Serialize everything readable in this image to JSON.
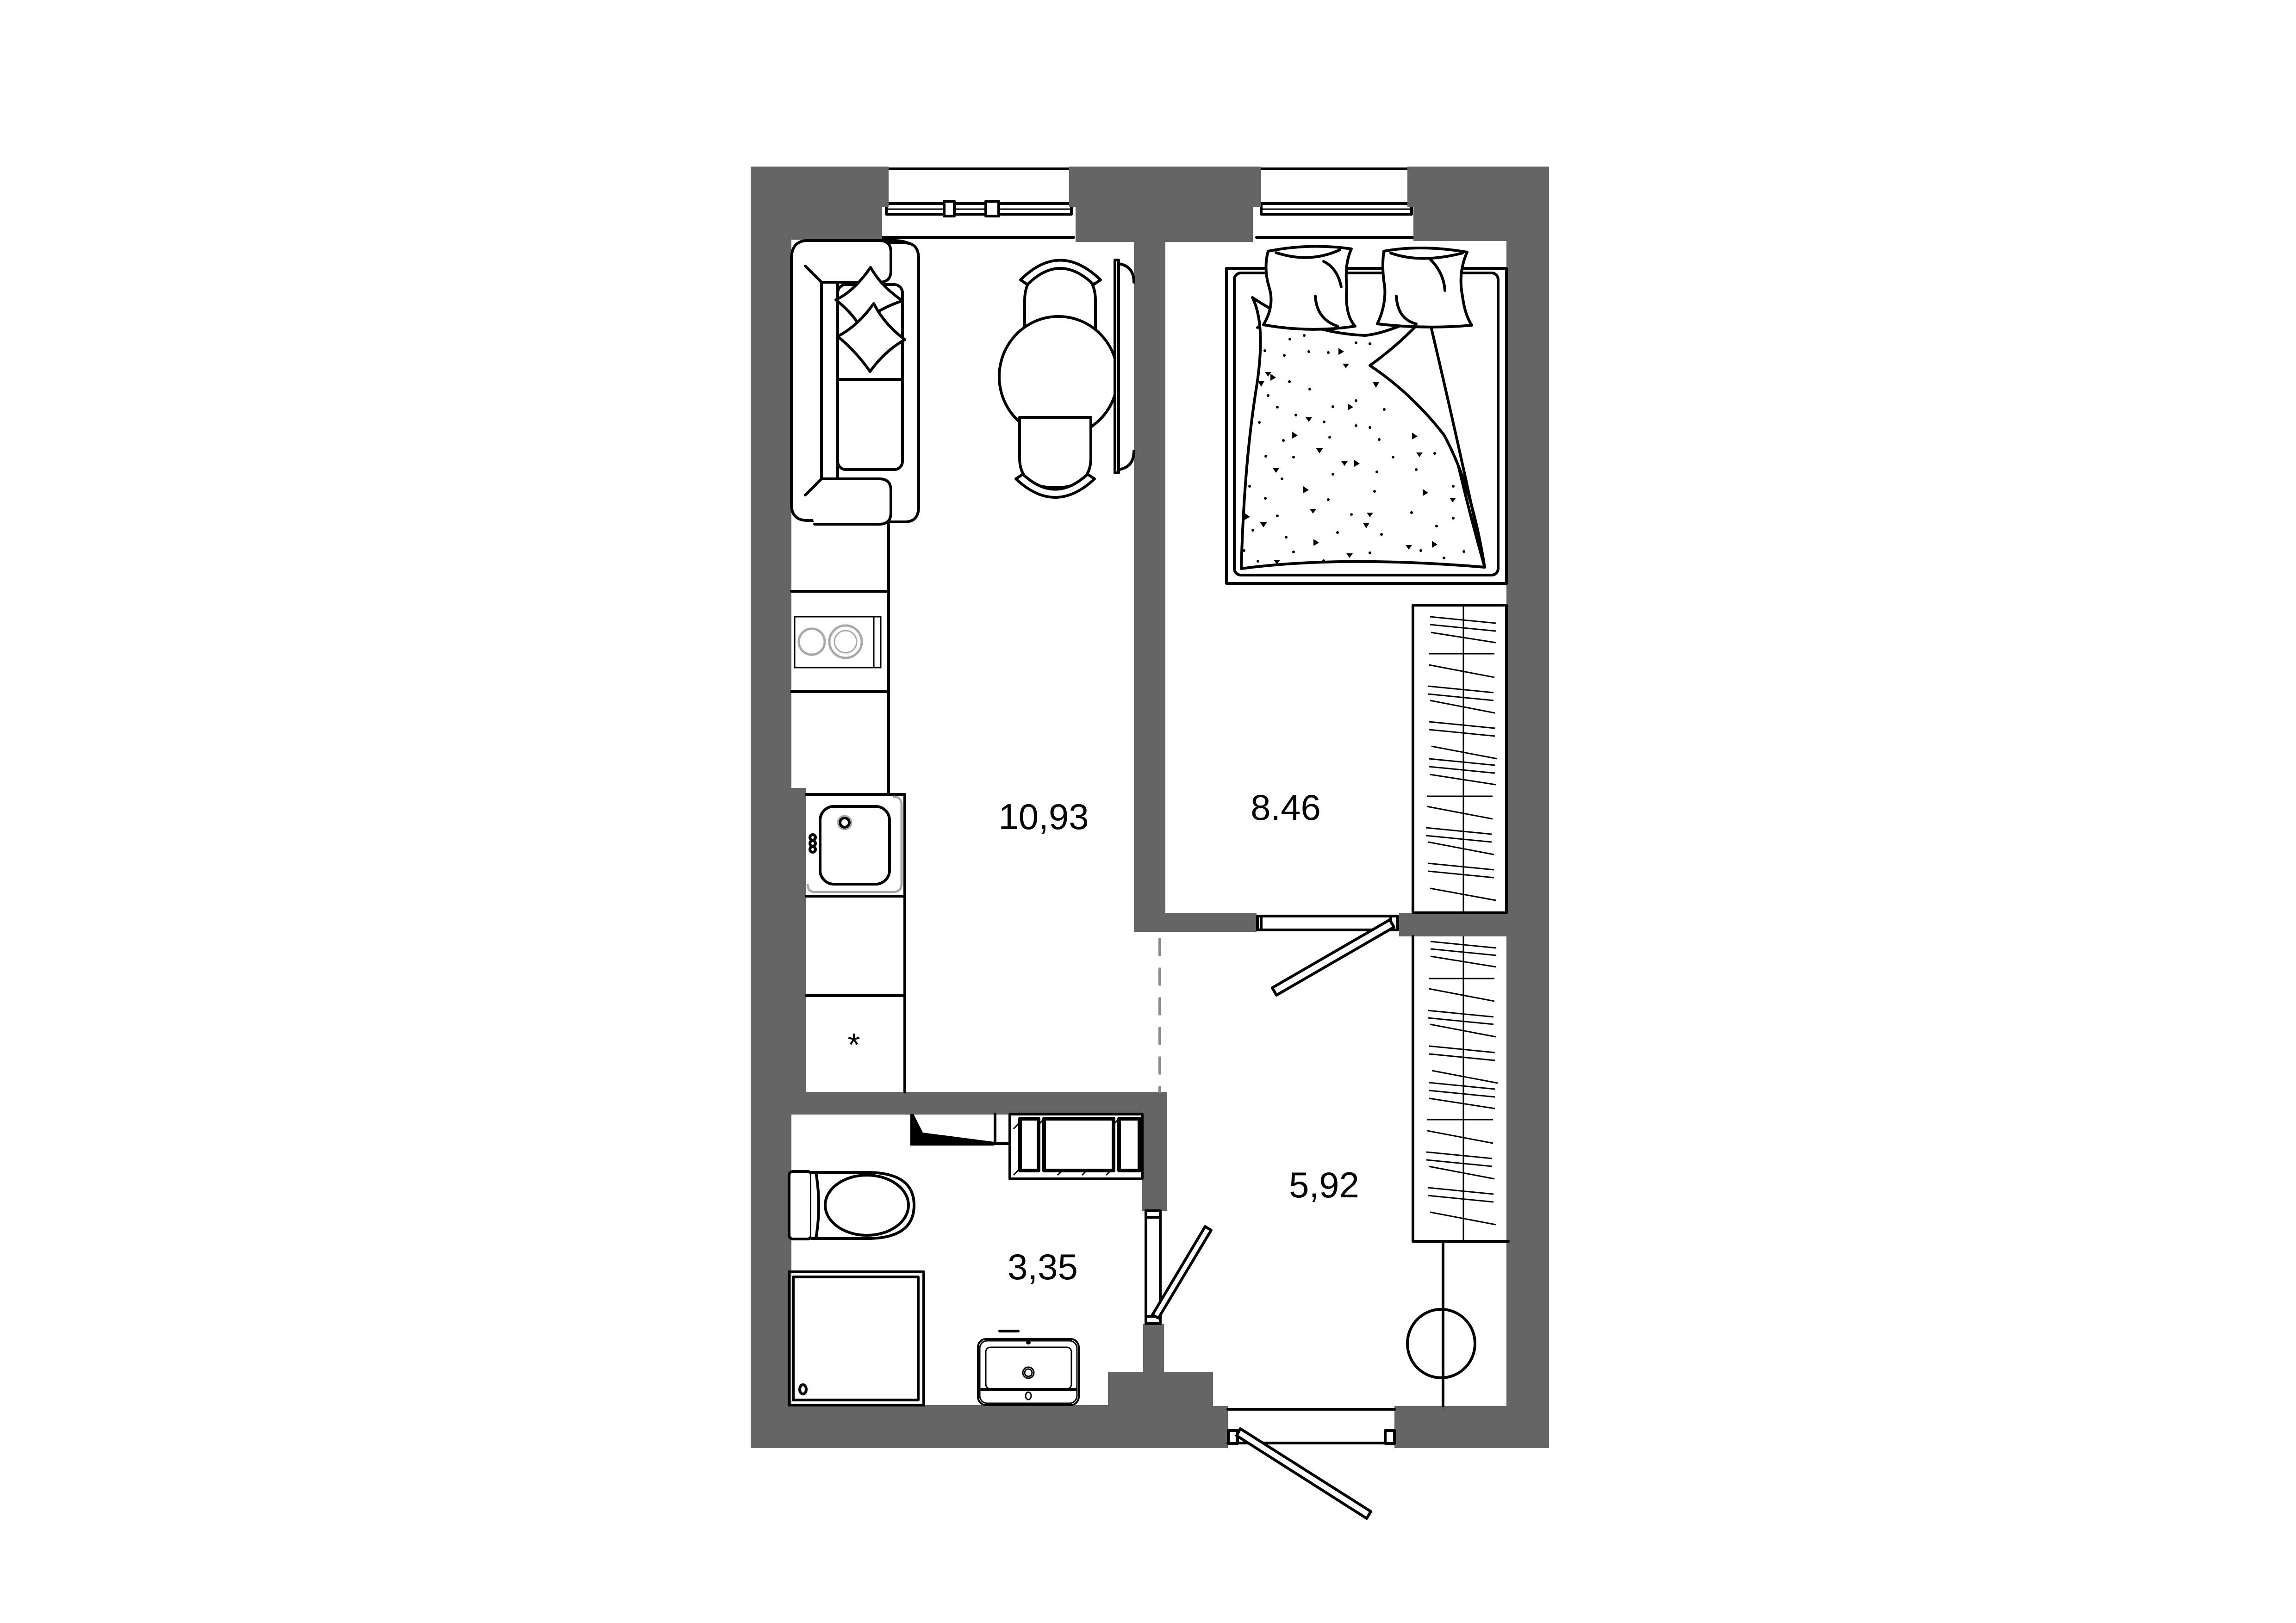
{
  "plan": {
    "type": "apartment-floor-plan",
    "wall_color": "#646464",
    "line_color": "#000000",
    "background": "#ffffff"
  },
  "rooms": [
    {
      "id": "living-kitchen",
      "area_label": "10,93"
    },
    {
      "id": "bedroom",
      "area_label": "8.46"
    },
    {
      "id": "hallway",
      "area_label": "5,92"
    },
    {
      "id": "bathroom",
      "area_label": "3,35"
    }
  ],
  "kitchen": {
    "appliance_marker": "*"
  },
  "icons": [
    "sofa-icon",
    "cushion-icon",
    "dining-table-icon",
    "chair-icon",
    "radiator-icon",
    "hob-icon",
    "kitchen-sink-icon",
    "bed-icon",
    "pillow-icon",
    "wardrobe-icon",
    "boiler-icon",
    "toilet-icon",
    "shower-tray-icon",
    "washbasin-icon",
    "heater-icon",
    "door-icon",
    "window-icon"
  ]
}
